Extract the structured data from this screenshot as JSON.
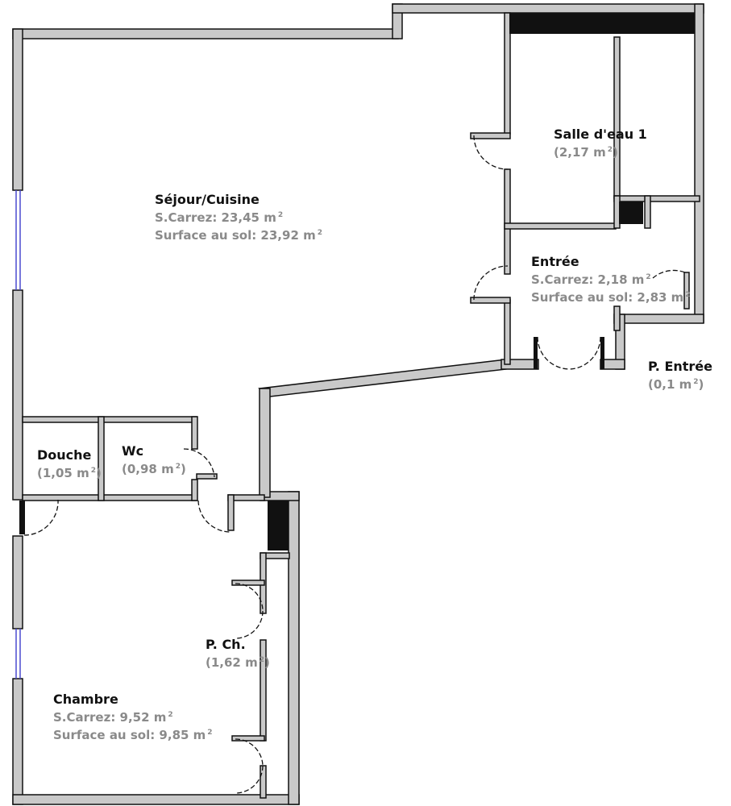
{
  "colors": {
    "wall_fill": "#c9c9c9",
    "wall_stroke": "#111111",
    "name_text": "#111111",
    "area_text": "#8a8a8a",
    "window": "#4a4ad0"
  },
  "rooms": {
    "sejour": {
      "name": "Séjour/Cuisine",
      "line1": "S.Carrez: 23,45 m",
      "line2": "Surface au sol: 23,92 m",
      "sup": "2"
    },
    "salle": {
      "name": "Salle d'eau 1",
      "line1": "(2,17 m",
      "close": ")",
      "sup": "2"
    },
    "entree": {
      "name": "Entrée",
      "line1": "S.Carrez: 2,18 m",
      "line2": "Surface au sol: 2,83 m",
      "sup": "2"
    },
    "pentree": {
      "name": "P. Entrée",
      "line1": "(0,1 m",
      "close": ")",
      "sup": "2"
    },
    "douche": {
      "name": "Douche",
      "line1": "(1,05 m",
      "close": ")",
      "sup": "2"
    },
    "wc": {
      "name": "Wc",
      "line1": "(0,98 m",
      "close": ")",
      "sup": "2"
    },
    "pch": {
      "name": "P. Ch.",
      "line1": "(1,62 m",
      "close": ")",
      "sup": "2"
    },
    "chambre": {
      "name": "Chambre",
      "line1": "S.Carrez: 9,52 m",
      "line2": "Surface au sol: 9,85 m",
      "sup": "2"
    }
  }
}
